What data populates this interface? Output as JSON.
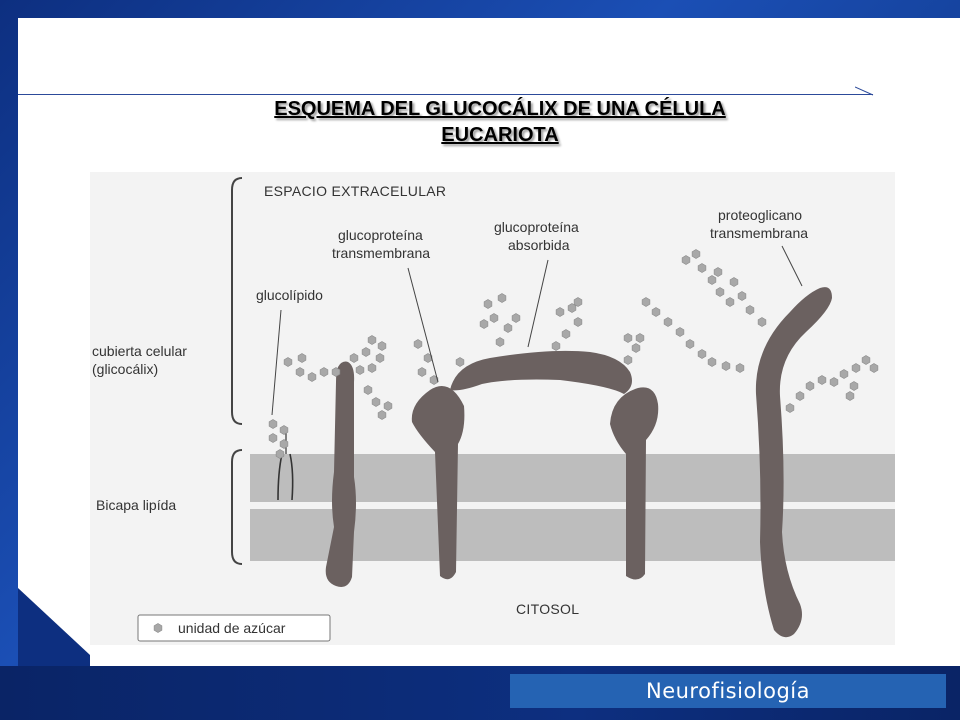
{
  "slide": {
    "title_line1": "ESQUEMA DEL GLUCOCÁLIX DE UNA CÉLULA",
    "title_line2": "EUCARIOTA",
    "footer": "Neurofisiología"
  },
  "diagram": {
    "espacio": "ESPACIO EXTRACELULAR",
    "citosol": "CITOSOL",
    "glucolipido": "glucolípido",
    "gp_trans_1": "glucoproteína",
    "gp_trans_2": "transmembrana",
    "gp_abs_1": "glucoproteína",
    "gp_abs_2": "absorbida",
    "prot_1": "proteoglicano",
    "prot_2": "transmembrana",
    "cubierta_1": "cubierta celular",
    "cubierta_2": "(glicocálix)",
    "bicapa": "Bicapa lipída",
    "legend": "unidad de azúcar"
  },
  "colors": {
    "frame_blue": "#0d2f80",
    "footer_label_bg": "#2563b3",
    "protein": "#6b6160",
    "membrane": "#bdbdbd",
    "sugar": "#a8a8a8"
  }
}
